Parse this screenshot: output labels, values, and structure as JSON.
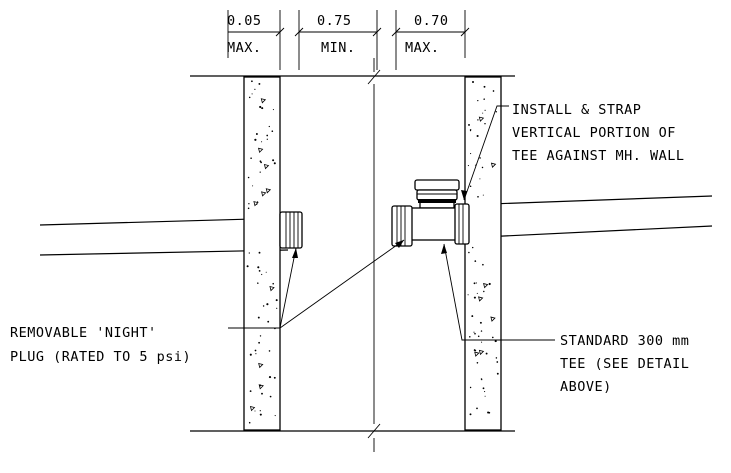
{
  "dimensions": [
    {
      "value": "0.05",
      "qualifier": "MAX."
    },
    {
      "value": "0.75",
      "qualifier": "MIN."
    },
    {
      "value": "0.70",
      "qualifier": "MAX."
    }
  ],
  "labels": {
    "install_note": [
      "INSTALL & STRAP",
      "VERTICAL PORTION OF",
      "TEE AGAINST MH. WALL"
    ],
    "plug_note": [
      "REMOVABLE 'NIGHT'",
      "PLUG (RATED TO 5 psi)"
    ],
    "tee_note": [
      "STANDARD 300 mm",
      "TEE (SEE DETAIL",
      "ABOVE)"
    ]
  }
}
